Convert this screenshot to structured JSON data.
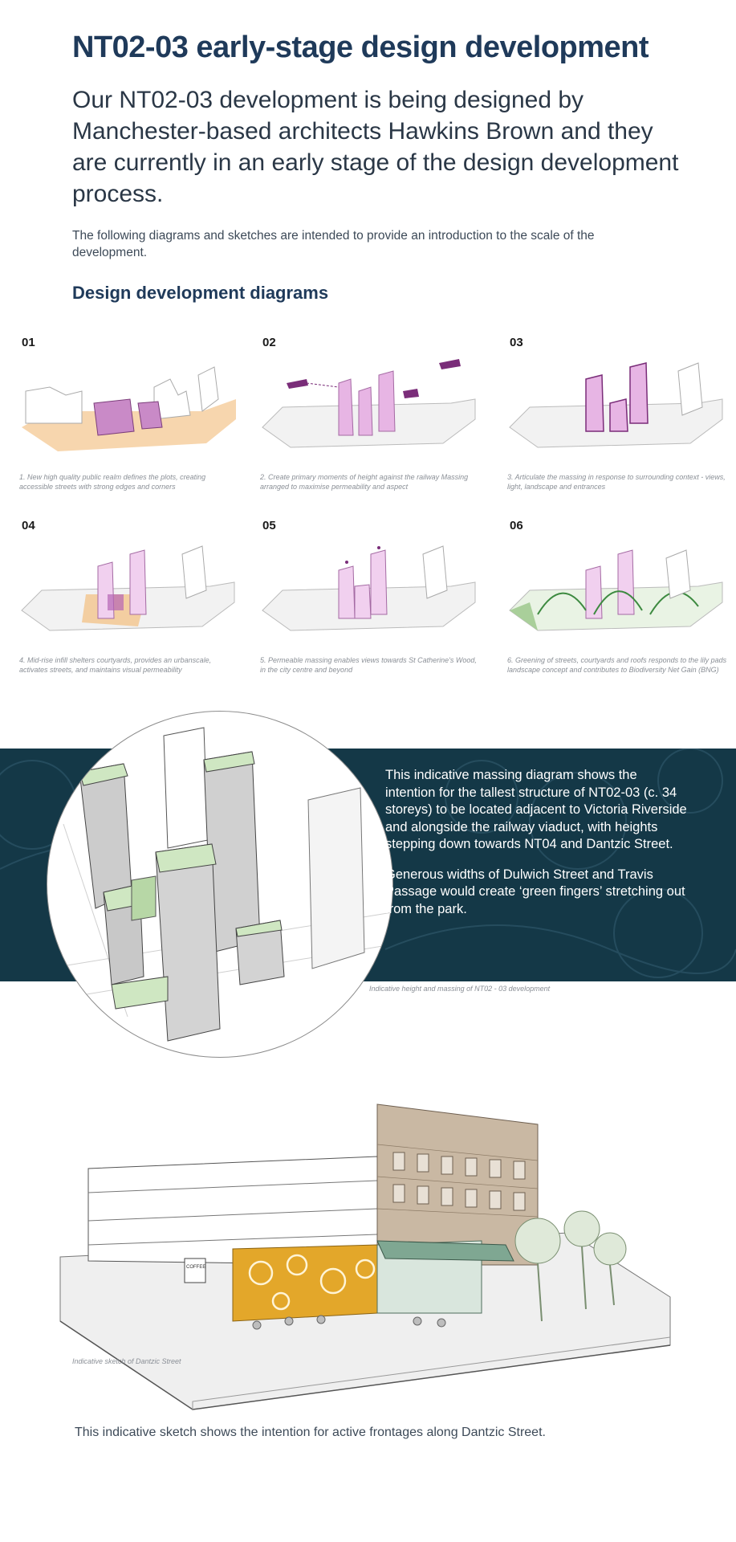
{
  "title": "NT02-03 early-stage design development",
  "lead": "Our NT02-03 development is being designed by Manchester-based architects Hawkins Brown and they are currently in an early stage of the design development process.",
  "intro": "The following diagrams and sketches are intended to provide an introduction to the scale of the development.",
  "diagrams_heading": "Design development diagrams",
  "diagrams": [
    {
      "num": "01",
      "caption": "1. New high quality public realm defines the plots, creating accessible streets with strong edges and corners"
    },
    {
      "num": "02",
      "caption": "2. Create primary moments of height against the railway Massing arranged to maximise permeability and aspect"
    },
    {
      "num": "03",
      "caption": "3. Articulate the massing in response to surrounding context - views, light, landscape and entrances"
    },
    {
      "num": "04",
      "caption": "4. Mid-rise infill shelters courtyards, provides an urbanscale, activates streets, and maintains visual permeability"
    },
    {
      "num": "05",
      "caption": "5. Permeable massing enables views towards St Catherine's Wood, in the city centre and beyond"
    },
    {
      "num": "06",
      "caption": "6. Greening of streets, courtyards and roofs responds to the lily pads landscape concept and contributes to Biodiversity Net Gain (BNG)"
    }
  ],
  "massing": {
    "text1": "This indicative massing diagram shows the intention for the tallest structure of NT02-03 (c. 34 storeys) to be located adjacent to Victoria Riverside and alongside the railway viaduct, with heights stepping down towards NT04 and Dantzic Street.",
    "text2": "Generous widths of Dulwich Street and Travis Passage would create ‘green fingers’ stretching out from the park.",
    "caption": "Indicative height and massing of NT02 - 03 development"
  },
  "sketch": {
    "caption": "Indicative sketch of Dantzic Street",
    "sign_text": "COFFEE"
  },
  "footer": "This indicative sketch shows the intention for active frontages along Dantzic Street.",
  "colors": {
    "navy": "#1f3a5a",
    "band": "#143847",
    "accent_purple": "#b565b5",
    "accent_green": "#a9cf9a",
    "accent_orange": "#f3c48c",
    "shopfront_yellow": "#e3a72a"
  }
}
